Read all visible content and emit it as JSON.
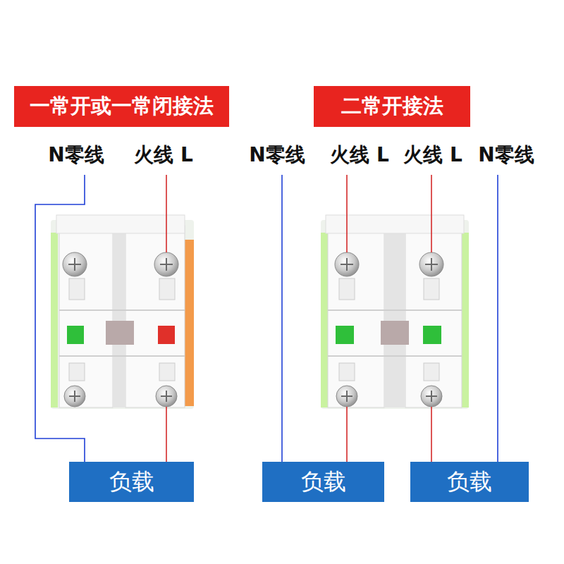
{
  "diagram": {
    "nodes": [
      {
        "text": [
          "一常开或一常闭接法"
        ]
      },
      {
        "text": [
          "二常开接法"
        ]
      },
      {
        "text": [
          "负载"
        ]
      },
      {
        "text": [
          "负载"
        ]
      },
      {
        "text": [
          "负载"
        ]
      }
    ],
    "labels": [
      "N零线",
      "火线 L",
      "N零线",
      "火线 L",
      "火线 L",
      "N零线"
    ]
  }
}
